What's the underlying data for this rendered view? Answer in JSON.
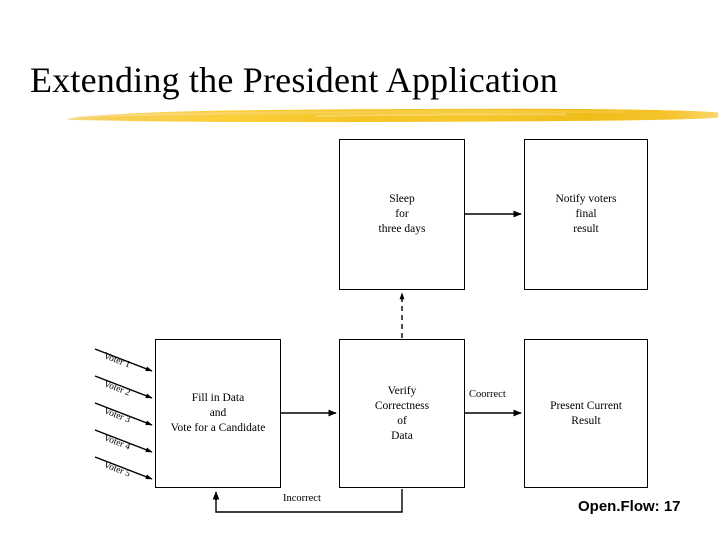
{
  "slide": {
    "title": "Extending the President Application",
    "footer": "Open.Flow: 17",
    "accent_color": "#f2c12e",
    "line_color": "#000000",
    "background_color": "#ffffff"
  },
  "diagram": {
    "type": "flowchart",
    "boxes": [
      {
        "id": "sleep",
        "label": "Sleep\nfor\nthree days"
      },
      {
        "id": "notify",
        "label": "Notify voters\nfinal\nresult"
      },
      {
        "id": "fill",
        "label": "Fill in Data\nand\nVote for a Candidate"
      },
      {
        "id": "verify",
        "label": "Verify\nCorrectness\nof\nData"
      },
      {
        "id": "present",
        "label": "Present Current\nResult"
      }
    ],
    "edge_labels": {
      "correct": "Coorrect",
      "incorrect": "Incorrect"
    },
    "inputs": [
      {
        "label": "Voter 1"
      },
      {
        "label": "Voter 2"
      },
      {
        "label": "Voter 3"
      },
      {
        "label": "Voter 4"
      },
      {
        "label": "Voter 5"
      }
    ]
  }
}
